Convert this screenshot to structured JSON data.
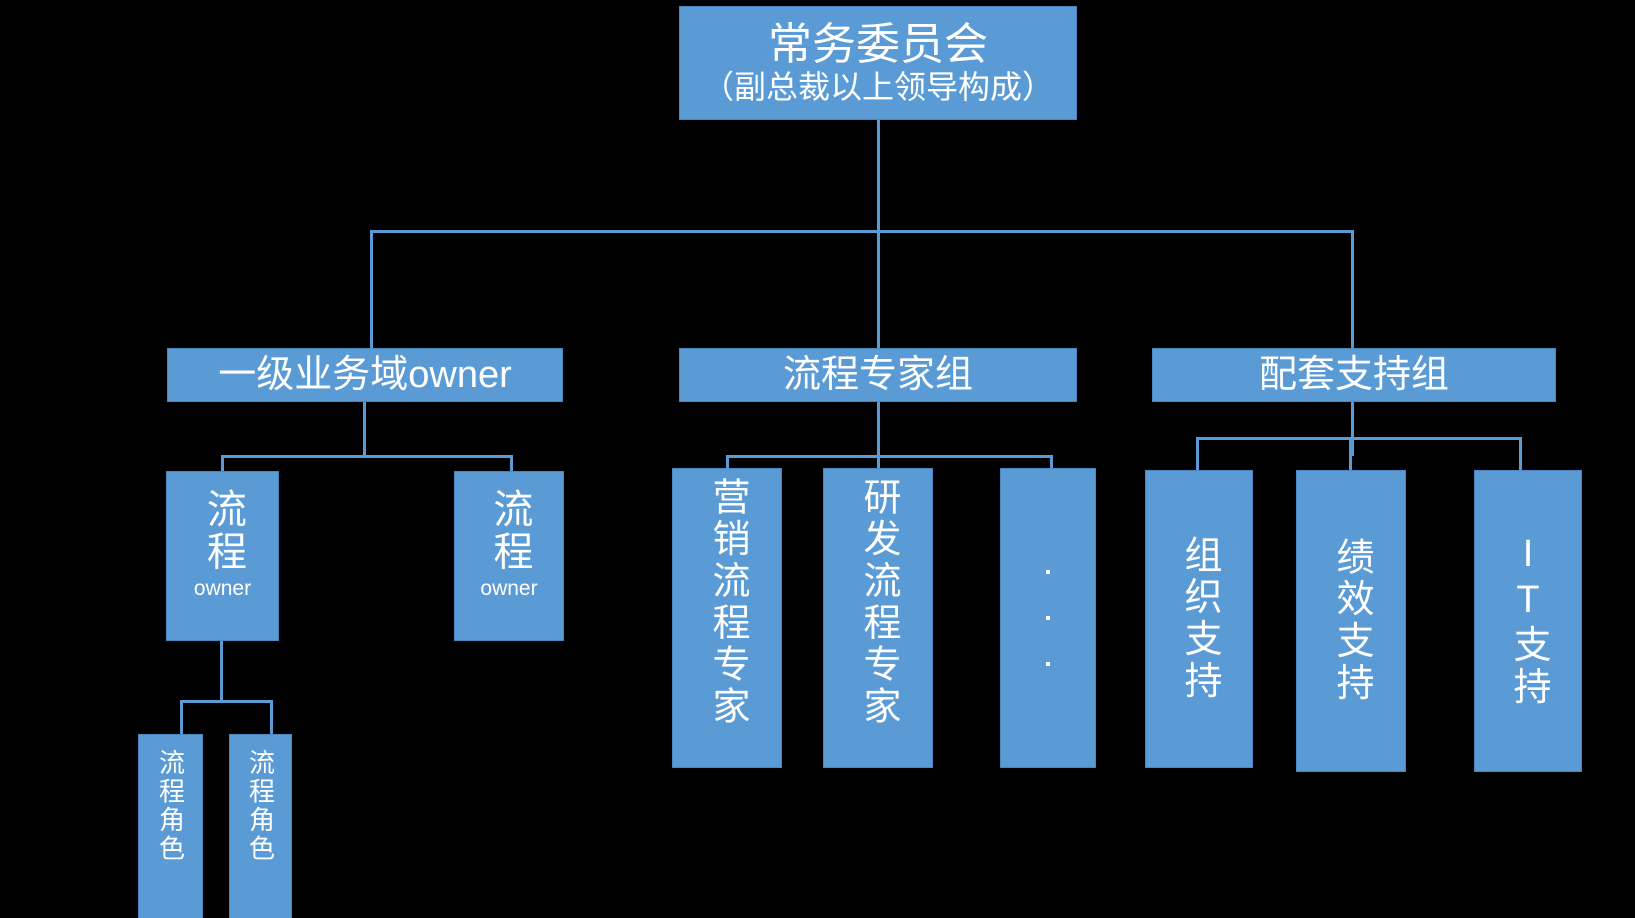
{
  "diagram": {
    "type": "org-chart",
    "background_color": "#000000",
    "node_fill_color": "#5B9BD5",
    "node_border_color": "#4786C0",
    "node_text_color": "#FFFFFF",
    "connector_color": "#5B9BD5"
  },
  "nodes": {
    "root": {
      "title": "常务委员会",
      "subtitle": "（副总裁以上领导构成）"
    },
    "level2": [
      {
        "title": "一级业务域owner"
      },
      {
        "title": "流程专家组"
      },
      {
        "title": "配套支持组"
      }
    ],
    "domain_owners": [
      {
        "title": "流程",
        "subtitle": "owner"
      },
      {
        "title": "流程",
        "subtitle": "owner"
      }
    ],
    "process_roles": [
      {
        "title": "流程角色"
      },
      {
        "title": "流程角色"
      }
    ],
    "process_experts": [
      {
        "title": "营销流程专家"
      },
      {
        "title": "研发流程专家"
      },
      {
        "title": "",
        "ellipsis": "⋮"
      }
    ],
    "support_units": [
      {
        "title": "组织支持"
      },
      {
        "title": "绩效支持"
      },
      {
        "title": "IT支持"
      }
    ]
  }
}
